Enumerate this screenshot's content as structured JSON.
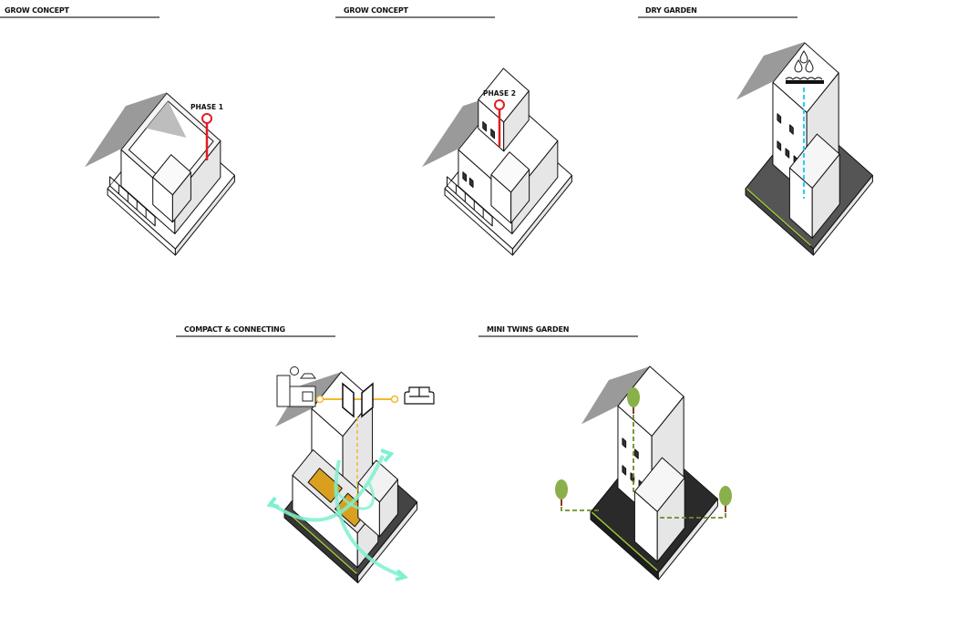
{
  "panels": [
    {
      "title": "GROW CONCEPT",
      "pin_label": "PHASE 1"
    },
    {
      "title": "GROW CONCEPT",
      "pin_label": "PHASE 2"
    },
    {
      "title": "DRY GARDEN"
    },
    {
      "title": "COMPACT & CONNECTING"
    },
    {
      "title": "MINI TWINS GARDEN"
    }
  ],
  "colors": {
    "phase_pin": "#e31b23",
    "rain": "#22d3ee",
    "connect": "#f2b92e",
    "airflow": "#7ef0d0",
    "tree": "#8ab04a",
    "trunk": "#8b3a2a",
    "garden_line": "#6b8e23",
    "shadow": "#9a9a9a",
    "floor_wood": "#d9a020"
  },
  "icons": [
    "rain-cloud-icon",
    "kitchen-icon",
    "sliding-door-icon",
    "sofa-icon",
    "tree-icon"
  ]
}
